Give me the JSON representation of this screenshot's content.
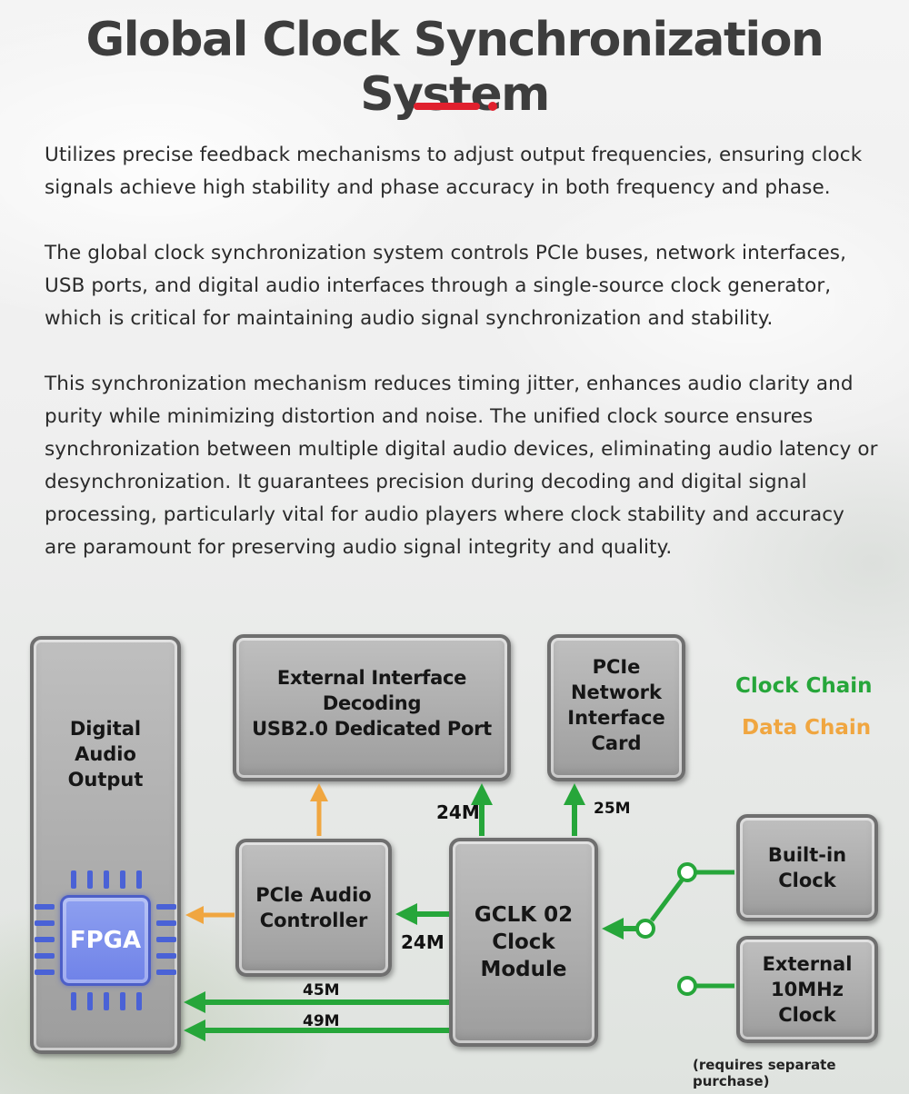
{
  "title": "Global Clock Synchronization System",
  "paragraphs": [
    "Utilizes precise feedback mechanisms to adjust output frequencies, ensuring clock signals achieve high stability and phase accuracy in both frequency and phase.",
    "The global clock synchronization system controls PCIe buses, network interfaces, USB ports, and digital audio interfaces through a single-source clock generator, which is critical for maintaining audio signal synchronization and stability.",
    "This synchronization mechanism reduces timing jitter, enhances audio clarity and purity while minimizing distortion and noise. The unified clock source ensures synchronization between multiple digital audio devices, eliminating audio latency or desynchronization. It guarantees precision during decoding and digital signal processing, particularly vital for audio players where clock stability and accuracy are paramount for preserving audio signal integrity and quality."
  ],
  "diagram": {
    "boxes": {
      "digital_audio_output": "Digital\nAudio\nOutput",
      "usb_port": "External Interface Decoding\nUSB2.0 Dedicated Port",
      "network_card": "PCIe\nNetwork\nInterface\nCard",
      "pcie_audio_controller": "PCle Audio\nController",
      "clock_module": "GCLK 02\nClock\nModule",
      "builtin_clock": "Built-in\nClock",
      "external_clock": "External\n10MHz\nClock"
    },
    "fpga_label": "FPGA",
    "legend": {
      "clock_chain": "Clock Chain",
      "data_chain": "Data Chain"
    },
    "signals": {
      "usb_clock": "24M",
      "network_clock": "25M",
      "controller_clock": "24M",
      "output_clock_a": "45M",
      "output_clock_b": "49M"
    },
    "note": "(requires separate purchase)",
    "colors": {
      "clock_chain": "#26a63a",
      "data_chain": "#f0a640",
      "accent": "#e0202e",
      "fpga": "#6f82e8"
    }
  }
}
